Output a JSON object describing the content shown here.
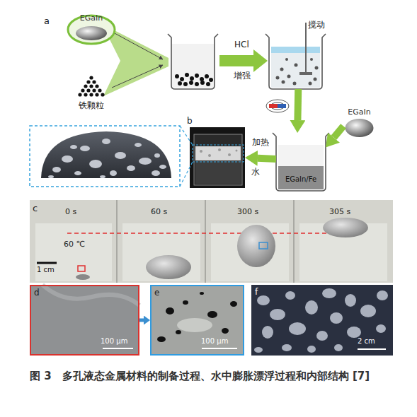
{
  "diagram": {
    "caption": "图 3　多孔液态金属材料的制备过程、水中膨胀漂浮过程和内部结构 [7]",
    "nodes": [
      {
        "text": [
          "EGaIn"
        ]
      },
      {
        "text": [
          "铁颗粒"
        ]
      },
      {
        "text": [
          "搅动"
        ]
      },
      {
        "text": [
          "EGaIn"
        ]
      },
      {
        "text": [
          "EGaIn/Fe"
        ]
      },
      {
        "text": [
          "b"
        ]
      },
      {
        "text": [
          "0 s",
          "60 ℃",
          "1 cm"
        ]
      },
      {
        "text": [
          "60 s"
        ]
      },
      {
        "text": [
          "300 s"
        ]
      },
      {
        "text": [
          "305 s"
        ]
      },
      {
        "text": [
          "d",
          "100 μm"
        ]
      },
      {
        "text": [
          "e",
          "100 μm"
        ]
      },
      {
        "text": [
          "f",
          "2 cm"
        ]
      }
    ],
    "edges": [
      {
        "from": 2,
        "to": 4,
        "arrow": "to"
      },
      {
        "from": 3,
        "to": 4,
        "arrow": "to"
      },
      {
        "from": 4,
        "to": 5,
        "label": "加热",
        "arrow": "to"
      },
      {
        "from": 10,
        "to": 11,
        "arrow": "to"
      }
    ],
    "labels": [
      "a",
      "HCl",
      "增强",
      "水",
      "c"
    ]
  }
}
